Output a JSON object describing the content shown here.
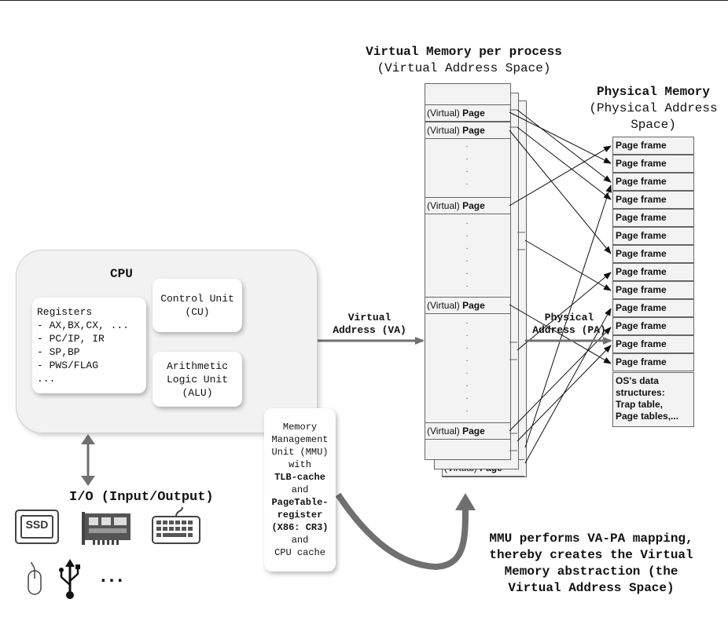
{
  "vm_title": {
    "line1": "Virtual Memory per process",
    "line2": "(Virtual Address Space)"
  },
  "pm_title": {
    "line1": "Physical Memory",
    "line2": "(Physical Address",
    "line3": "Space)"
  },
  "cpu": {
    "title": "CPU",
    "registers": [
      "Registers",
      "- AX,BX,CX, ...",
      "- PC/IP, IR",
      "- SP,BP",
      "- PWS/FLAG",
      "..."
    ],
    "cu": [
      "Control Unit",
      "(CU)"
    ],
    "alu": [
      "Arithmetic",
      "Logic Unit",
      "(ALU)"
    ]
  },
  "mmu": {
    "lines": [
      {
        "text": "Memory",
        "bold": false
      },
      {
        "text": "Management",
        "bold": false
      },
      {
        "text": "Unit (MMU)",
        "bold": false
      },
      {
        "text": "with",
        "bold": false
      },
      {
        "text": "TLB-cache",
        "bold": true
      },
      {
        "text": "and",
        "bold": false
      },
      {
        "text": "PageTable-",
        "bold": true
      },
      {
        "text": "register",
        "bold": true
      },
      {
        "text": "(X86: CR3)",
        "bold": true
      },
      {
        "text": "and",
        "bold": false
      },
      {
        "text": "CPU cache",
        "bold": false
      }
    ]
  },
  "va_label": {
    "line1": "Virtual",
    "line2": "Address (VA)"
  },
  "pa_label": {
    "line1": "Physical",
    "line2": "Address (PA)"
  },
  "virtual_page": {
    "prefix": "(Virtual) ",
    "bold": "Page"
  },
  "dot": ".",
  "page_frame": "Page frame",
  "os_block": [
    "OS's data",
    "structures:",
    "Trap table,",
    "Page tables,..."
  ],
  "io": {
    "title": "I/O (Input/Output)",
    "ssd_text": "SSD",
    "more": "..."
  },
  "caption": [
    "MMU performs VA-PA mapping,",
    "thereby creates the Virtual",
    "Memory abstraction (the",
    "Virtual Address Space)"
  ],
  "colors": {
    "arrow_gray": "#707070",
    "box_fill": "#f3f3f3",
    "cpu_fill": "#f2f2f2"
  }
}
